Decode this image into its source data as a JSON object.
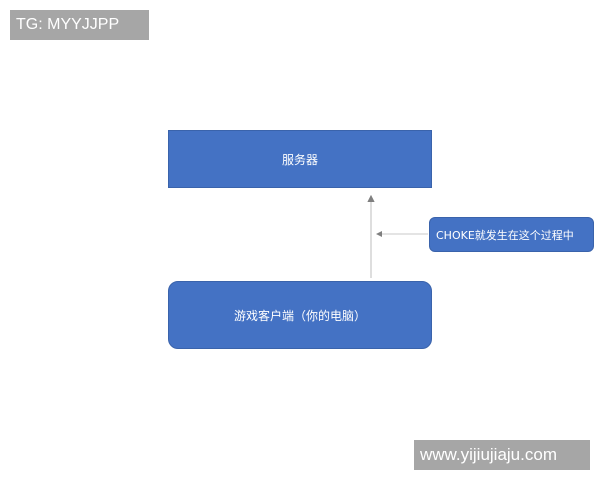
{
  "watermarks": {
    "top_left": "TG: MYYJJPP",
    "bottom_right": "www.yijiujiaju.com"
  },
  "diagram": {
    "nodes": {
      "server": "服务器",
      "client": "游戏客户端（你的电脑）",
      "callout": "CHOKE就发生在这个过程中"
    },
    "edges": [
      {
        "from": "client",
        "to": "server",
        "direction": "up"
      },
      {
        "from": "callout",
        "to": "client-server-edge",
        "direction": "left"
      }
    ],
    "colors": {
      "node_fill": "#4472c4",
      "node_text": "#ffffff",
      "arrow": "#b0b0b0",
      "watermark_bg": "#a6a6a6"
    }
  }
}
